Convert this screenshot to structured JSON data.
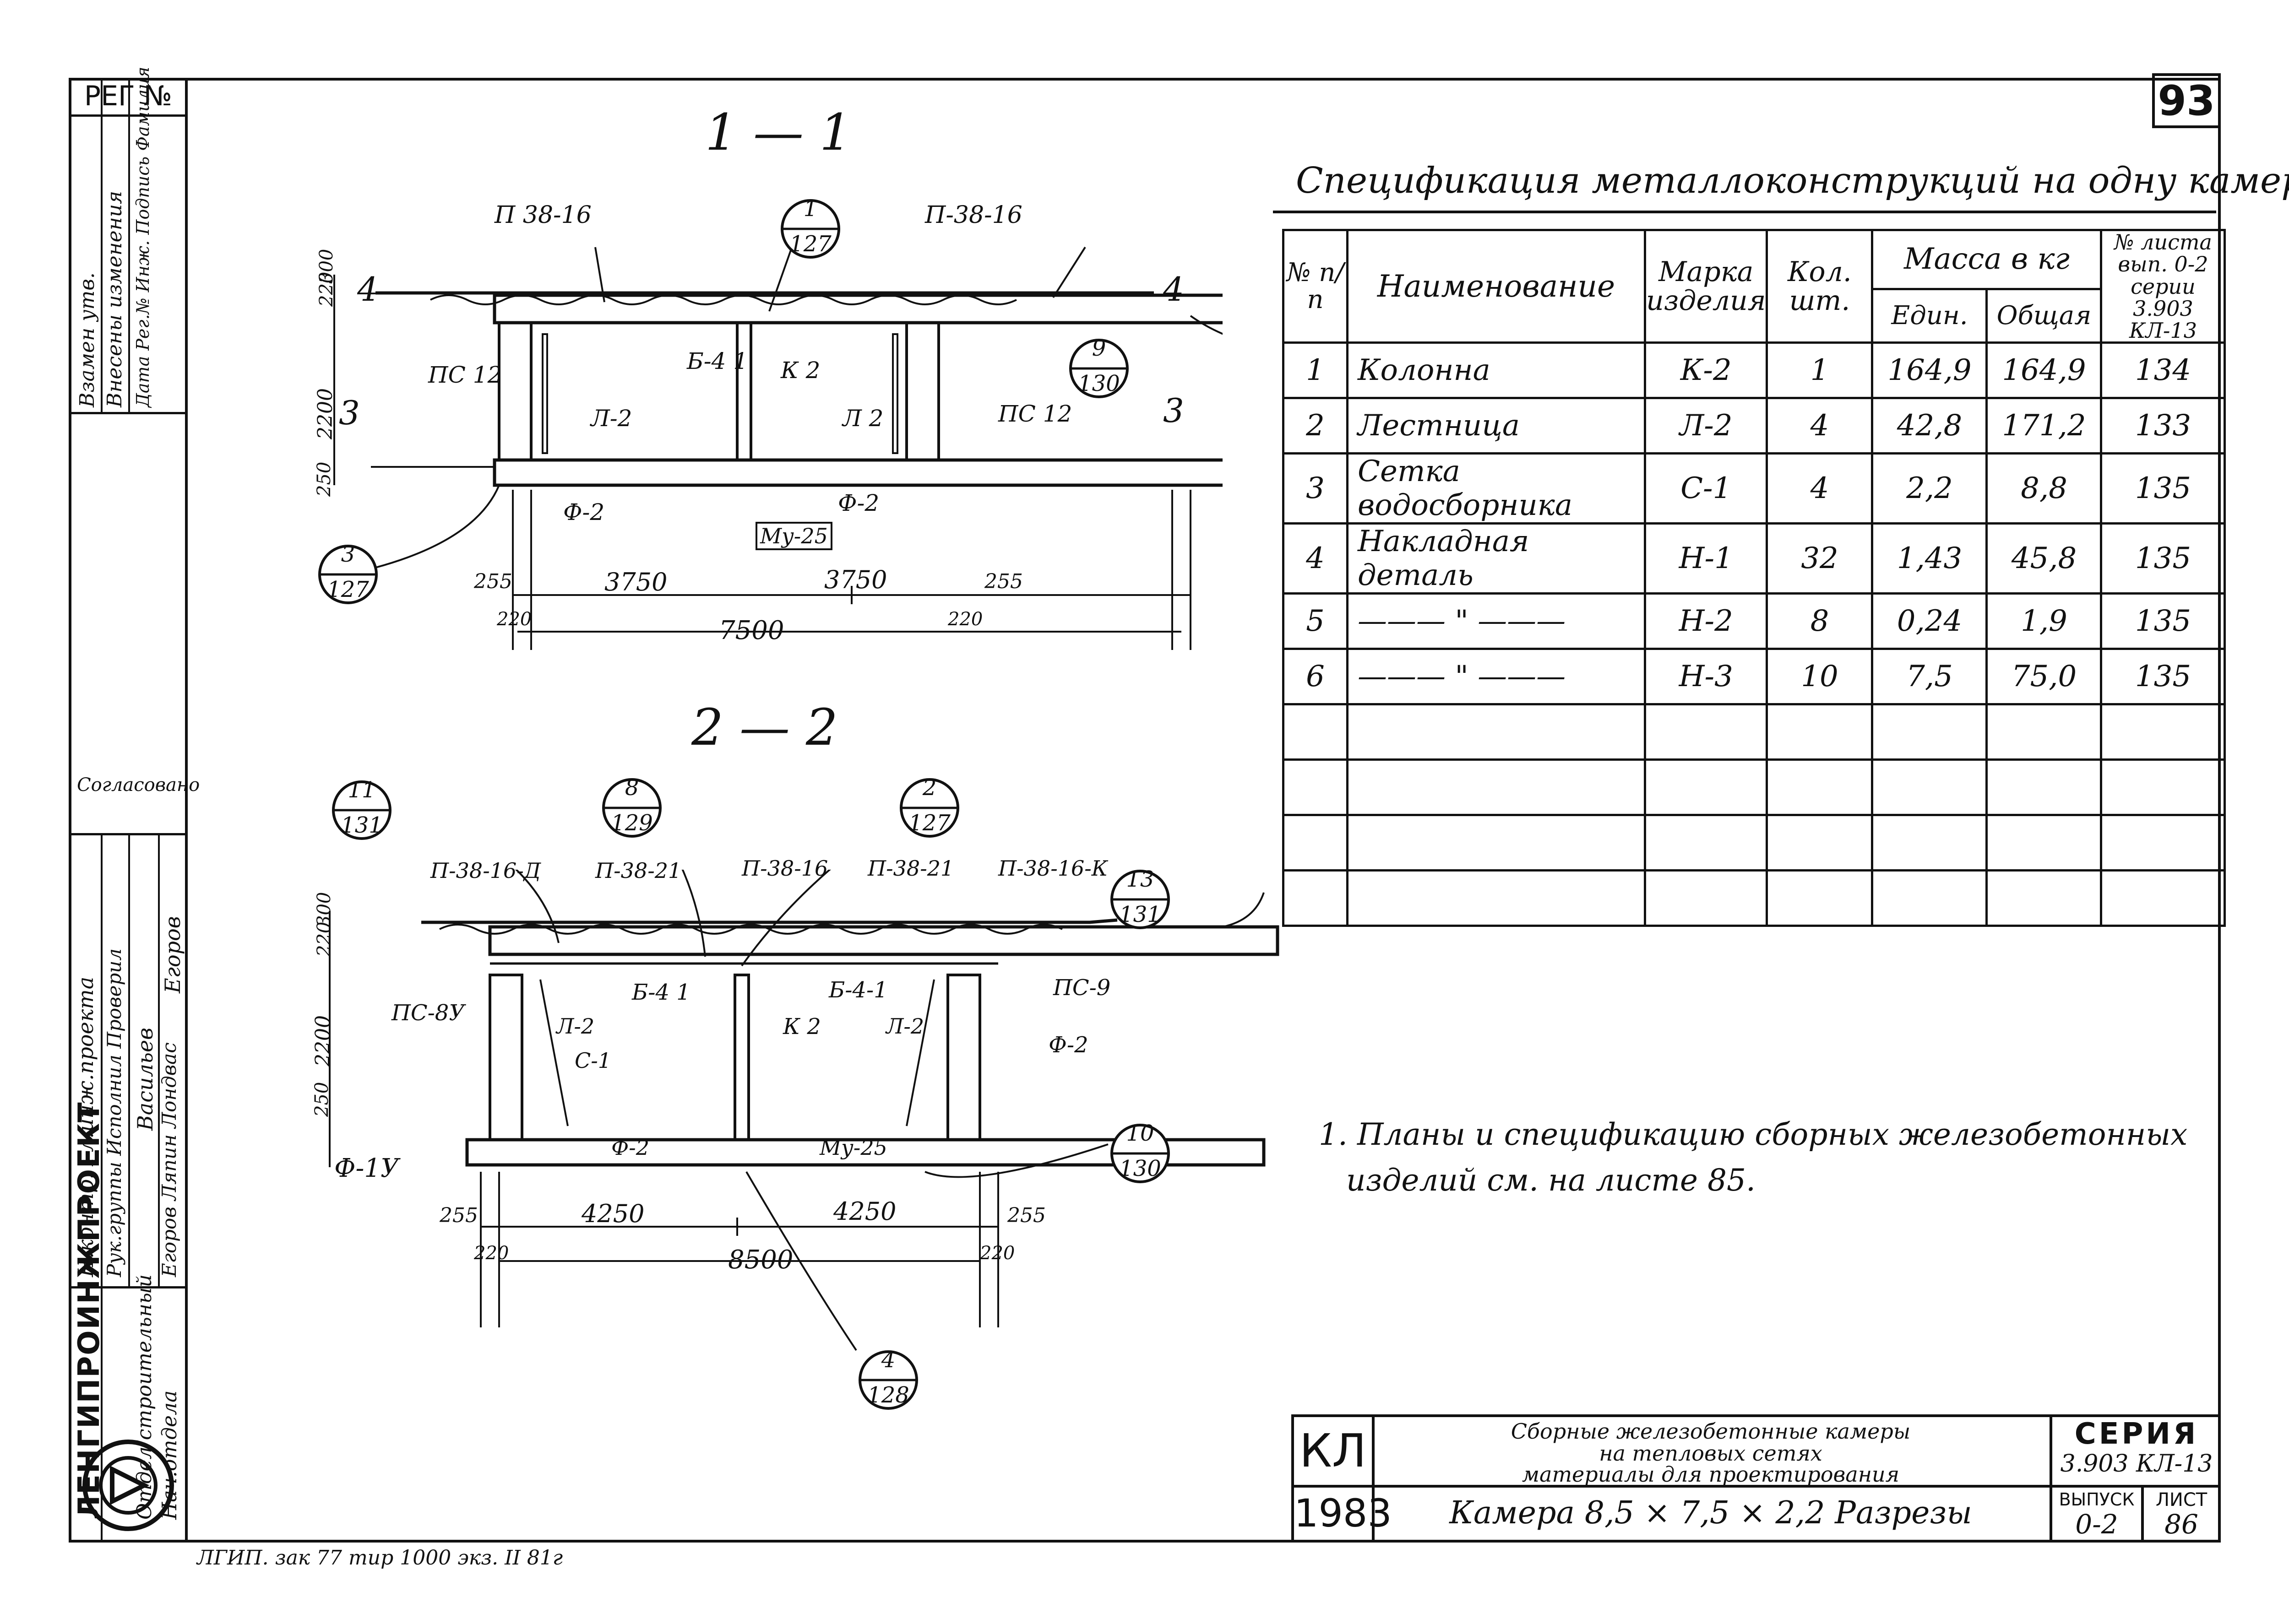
{
  "sheet_number": "93",
  "reg_label": "РЕГ №",
  "strip": {
    "rev1": "Взамен утв.",
    "rev2": "Внесены изменения",
    "rev3": "Дата Рег.№ Инж. Подпись Фамилия",
    "agreed": "Согласовано",
    "agreed_name": "Егоров",
    "agreed_sign": "Васильев",
    "agreed_pos": "Рук.группы Исполнил Проверил",
    "main_eng": "Н.контр. Гл.инж.проекта",
    "dept": "Отдел строительный",
    "head": "Нач.отдела",
    "names": "Егоров Ляпин Лондвас",
    "institute": "ЛЕНГИПРОИНЖПРОЕКТ"
  },
  "section1": {
    "title": "1 — 1",
    "labels": {
      "p1": "П 38-16",
      "p2": "П-38-16",
      "ps_l": "ПС 12",
      "ps_r": "ПС 12",
      "b4": "Б-4 1",
      "k2": "К 2",
      "l2a": "Л-2",
      "l2b": "Л 2",
      "f2a": "Ф-2",
      "f2b": "Ф-2",
      "mu": "Му-25",
      "m4l": "4",
      "m4r": "4",
      "m3l": "3",
      "m3r": "3"
    },
    "dims": {
      "h1": "220",
      "h2": "300",
      "h3": "2200",
      "h4": "250",
      "d1": "255",
      "d2": "3750",
      "d3": "3750",
      "d4": "255",
      "d5": "220",
      "d6": "7500",
      "d7": "220"
    },
    "bubbles": [
      {
        "top": "1",
        "bottom": "127"
      },
      {
        "top": "9",
        "bottom": "130"
      },
      {
        "top": "3",
        "bottom": "127"
      }
    ]
  },
  "section2": {
    "title": "2 — 2",
    "labels": {
      "p1": "П-38-16-Д",
      "p2": "П-38-21",
      "p3": "П-38-16",
      "p4": "П-38-21",
      "p5": "П-38-16-К",
      "ps_l": "ПС-8У",
      "ps_r": "ПС-9",
      "l2a": "Л-2",
      "l2b": "Л-2",
      "c1": "С-1",
      "b4a": "Б-4 1",
      "b4b": "Б-4-1",
      "k2": "К 2",
      "f2a": "Ф-2",
      "f2b": "Ф-2",
      "f1y": "Ф-1У",
      "mu": "Му-25"
    },
    "dims": {
      "h1": "220",
      "h2": "300",
      "h3": "2200",
      "h4": "250",
      "d1": "255",
      "d2": "4250",
      "d3": "4250",
      "d4": "255",
      "d5": "220",
      "d6": "8500",
      "d7": "220"
    },
    "bubbles": [
      {
        "top": "11",
        "bottom": "131"
      },
      {
        "top": "8",
        "bottom": "129"
      },
      {
        "top": "2",
        "bottom": "127"
      },
      {
        "top": "13",
        "bottom": "131"
      },
      {
        "top": "10",
        "bottom": "130"
      },
      {
        "top": "4",
        "bottom": "128"
      }
    ]
  },
  "spec": {
    "title": "Спецификация металлоконструкций на одну камеру",
    "headers": {
      "num": "№ п/п",
      "name": "Наименование",
      "mark": "Марка изделия",
      "qty": "Кол. шт.",
      "mass": "Масса в кг",
      "unit": "Един.",
      "total": "Общая",
      "sheet": "№ листа вып. 0-2 серии 3.903 КЛ-13"
    },
    "rows": [
      {
        "n": "1",
        "name": "Колонна",
        "mark": "К-2",
        "qty": "1",
        "unit": "164,9",
        "total": "164,9",
        "sheet": "134"
      },
      {
        "n": "2",
        "name": "Лестница",
        "mark": "Л-2",
        "qty": "4",
        "unit": "42,8",
        "total": "171,2",
        "sheet": "133"
      },
      {
        "n": "3",
        "name": "Сетка водосборника",
        "mark": "С-1",
        "qty": "4",
        "unit": "2,2",
        "total": "8,8",
        "sheet": "135"
      },
      {
        "n": "4",
        "name": "Накладная деталь",
        "mark": "Н-1",
        "qty": "32",
        "unit": "1,43",
        "total": "45,8",
        "sheet": "135"
      },
      {
        "n": "5",
        "name": "——— \" ———",
        "mark": "Н-2",
        "qty": "8",
        "unit": "0,24",
        "total": "1,9",
        "sheet": "135"
      },
      {
        "n": "6",
        "name": "——— \" ———",
        "mark": "Н-3",
        "qty": "10",
        "unit": "7,5",
        "total": "75,0",
        "sheet": "135"
      },
      {
        "n": "",
        "name": "",
        "mark": "",
        "qty": "",
        "unit": "",
        "total": "",
        "sheet": ""
      },
      {
        "n": "",
        "name": "",
        "mark": "",
        "qty": "",
        "unit": "",
        "total": "",
        "sheet": ""
      },
      {
        "n": "",
        "name": "",
        "mark": "",
        "qty": "",
        "unit": "",
        "total": "",
        "sheet": ""
      },
      {
        "n": "",
        "name": "",
        "mark": "",
        "qty": "",
        "unit": "",
        "total": "",
        "sheet": ""
      }
    ]
  },
  "note": {
    "line1": "1. Планы и спецификацию сборных железобетонных",
    "line2": "изделий см. на листе 85."
  },
  "titleblock": {
    "code": "КЛ",
    "year": "1983",
    "line1": "Сборные железобетонные камеры",
    "line2": "на тепловых сетях",
    "line3": "материалы для проектирования",
    "subject": "Камера 8,5 × 7,5 × 2,2 Разрезы",
    "series_label": "СЕРИЯ",
    "series": "3.903 КЛ-13",
    "issue_label": "ВЫПУСК",
    "issue": "0-2",
    "sheet_label": "ЛИСТ",
    "sheet": "86"
  },
  "footer": "ЛГИП. зак 77 тир 1000 экз. II 81г"
}
